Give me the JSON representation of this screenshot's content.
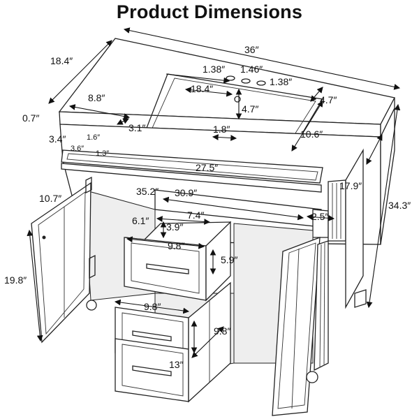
{
  "title": "Product Dimensions",
  "dimensions": {
    "top_width": "36″",
    "top_depth": "18.4″",
    "top_thickness": "0.7″",
    "faucet_spacing_left": "1.38″",
    "faucet_spacing_right": "1.38″",
    "faucet_hole": "1.46″",
    "basin_width": "18.4″",
    "basin_depth_back": "4.7″",
    "basin_to_edge": "4.7″",
    "basin_length": "10.6″",
    "left_margin": "8.8″",
    "left_margin_depth": "3.1″",
    "drain": "1.8″",
    "hinge_a": "3.4″",
    "hinge_b": "1.6″",
    "hinge_c": "3.6″",
    "hinge_d": "1.3″",
    "drawer_front_width": "27.5″",
    "inner_width": "35.2″",
    "inner_width_2": "30.9″",
    "cabinet_depth": "17.9″",
    "overall_height": "34.3″",
    "door_width": "10.7″",
    "small_gap": "2.5″",
    "drawer_offset": "7.4″",
    "drawer_inset": "6.1″",
    "drawer_top_height": "3.9″",
    "drawer_top_width": "9.8″",
    "drawer_top_front": "5.9″",
    "door_height": "19.8″",
    "drawer_lower_width": "9.8″",
    "drawer_lower_height": "9.8″",
    "drawer_lower_depth": "13″"
  }
}
